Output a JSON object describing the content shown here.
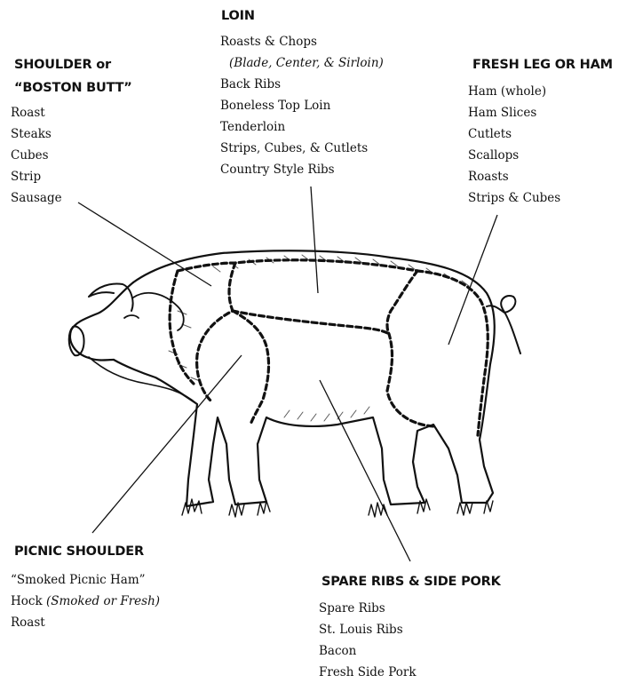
{
  "loin": {
    "heading": "LOIN",
    "items": [
      "Roasts & Chops",
      "(Blade, Center, & Sirloin)",
      "Back Ribs",
      "Boneless Top Loin",
      "Tenderloin",
      "Strips, Cubes, & Cutlets",
      "Country Style Ribs"
    ]
  },
  "shoulder": {
    "heading_line1": "SHOULDER or",
    "heading_line2": "“BOSTON BUTT”",
    "items": [
      "Roast",
      "Steaks",
      "Cubes",
      "Strip",
      "Sausage"
    ]
  },
  "leg": {
    "heading": "FRESH LEG OR HAM",
    "items": [
      "Ham (whole)",
      "Ham Slices",
      "Cutlets",
      "Scallops",
      "Roasts",
      "Strips & Cubes"
    ]
  },
  "picnic": {
    "heading": "PICNIC SHOULDER",
    "item1": "“Smoked Picnic Ham”",
    "item2_main": "Hock ",
    "item2_note": "(Smoked or Fresh)",
    "item3": "Roast"
  },
  "spare": {
    "heading": "SPARE RIBS & SIDE PORK",
    "items": [
      "Spare Ribs",
      "St. Louis Ribs",
      "Bacon",
      "Fresh Side Pork"
    ]
  },
  "colors": {
    "ink": "#111111",
    "background": "#ffffff"
  },
  "icons": {
    "illustration": "pig-cuts-illustration"
  }
}
